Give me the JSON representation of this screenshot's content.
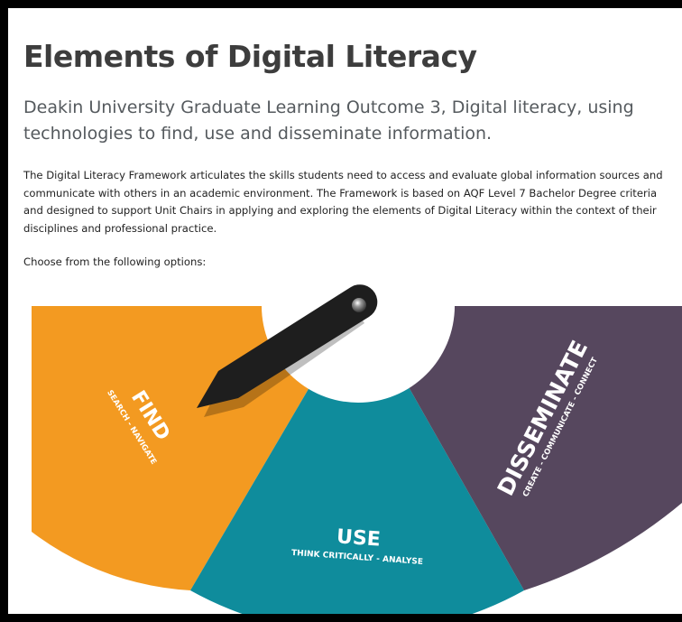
{
  "page": {
    "title": "Elements of Digital Literacy",
    "subtitle": "Deakin University Graduate Learning Outcome 3, Digital literacy, using technologies to find, use and disseminate information.",
    "intro": "The Digital Literacy Framework articulates the skills students need to access and evaluate global information sources and communicate with others in an academic environment. The Framework is based on AQF Level 7 Bachelor Degree criteria and designed to support Unit Chairs in applying and exploring the elements of Digital Literacy within the context of their disciplines and professional practice.",
    "choose_prompt": "Choose from the following options:"
  },
  "wheel": {
    "segments": [
      {
        "id": "find",
        "label": "FIND",
        "sublabel": "SEARCH - NAVIGATE",
        "color": "#f39a21"
      },
      {
        "id": "use",
        "label": "USE",
        "sublabel": "THINK CRITICALLY - ANALYSE",
        "color": "#0f8c9c"
      },
      {
        "id": "disseminate",
        "label": "DISSEMINATE",
        "sublabel": "CREATE - COMMUNICATE - CONNECT",
        "color": "#56475e"
      }
    ],
    "pointer": {
      "color": "#1e1e1e",
      "selected": "find"
    }
  },
  "colors": {
    "title": "#3d3d3d",
    "subtitle": "#555a5e",
    "text": "#222222"
  }
}
